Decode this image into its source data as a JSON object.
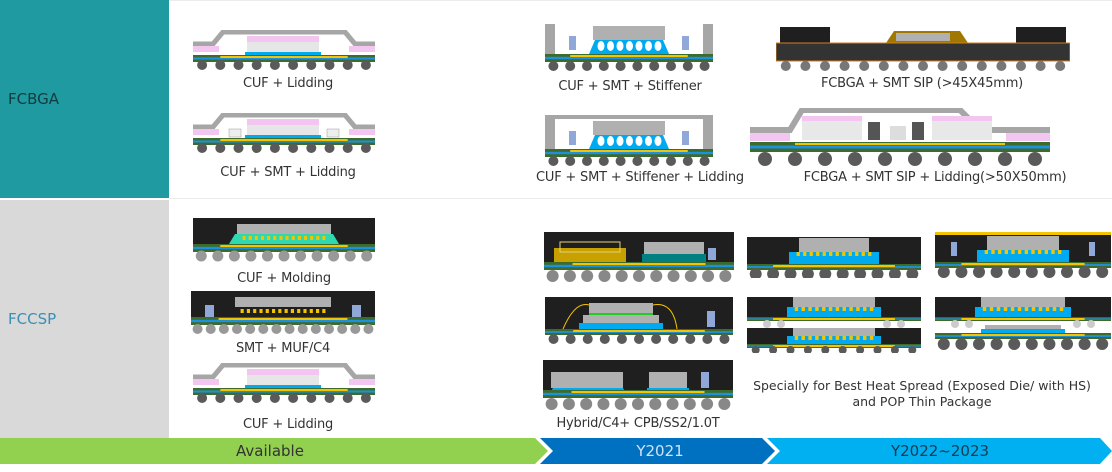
{
  "rows": {
    "fcbga": {
      "label": "FCBGA",
      "color": "#1f9aa0"
    },
    "fccsp": {
      "label": "FCCSP",
      "color": "#d9d9d9"
    }
  },
  "packages": [
    {
      "id": "p1",
      "caption": "CUF + Lidding",
      "kind": "lid"
    },
    {
      "id": "p2",
      "caption": "CUF + SMT +  Lidding",
      "kind": "lid-smt"
    },
    {
      "id": "p3",
      "caption": "CUF + SMT + Stiffener",
      "kind": "stiffener"
    },
    {
      "id": "p4",
      "caption": "CUF + SMT + Stiffener + Lidding",
      "kind": "stiffener-lid"
    },
    {
      "id": "p5",
      "caption": "FCBGA + SMT SIP (>45X45mm)",
      "kind": "sip"
    },
    {
      "id": "p6",
      "caption": "FCBGA + SMT SIP + Lidding(>50X50mm)",
      "kind": "sip-lid"
    },
    {
      "id": "p7",
      "caption": "CUF + Molding",
      "kind": "mold"
    },
    {
      "id": "p8",
      "caption": "SMT + MUF/C4",
      "kind": "muf"
    },
    {
      "id": "p9",
      "caption": "CUF + Lidding",
      "kind": "lid"
    },
    {
      "id": "p10",
      "caption": "",
      "kind": "hybrid-wire"
    },
    {
      "id": "p11",
      "caption": "",
      "kind": "wirebond-stack"
    },
    {
      "id": "p12",
      "caption": "Hybrid/C4+ CPB/SS2/1.0T",
      "kind": "hybrid"
    },
    {
      "id": "p13",
      "caption": "",
      "kind": "exposed"
    },
    {
      "id": "p14",
      "caption": "",
      "kind": "exposed-hs"
    },
    {
      "id": "p15",
      "caption": "",
      "kind": "pop"
    },
    {
      "id": "p16",
      "caption": "",
      "kind": "pop-thin"
    }
  ],
  "note": {
    "line1": "Specially for Best Heat Spread (Exposed Die/ with HS)",
    "line2": "and POP Thin Package"
  },
  "timeline": [
    {
      "label": "Available",
      "color": "#92d050",
      "text_color": "#333333"
    },
    {
      "label": "Y2021",
      "color": "#0070c0",
      "text_color": "#d0e4f5"
    },
    {
      "label": "Y2022~2023",
      "color": "#00b0f0",
      "text_color": "#1a3a52"
    }
  ],
  "palette": {
    "substrate_green": "#3d6b2a",
    "substrate_blue": "#1e90e0",
    "trace": "#f5c400",
    "ball": "#5a5a5a",
    "lid": "#a6a6a6",
    "die": "#b0b0b0",
    "tim": "#f2c6f0",
    "underfill": "#00aaf0",
    "mold": "#1f1f1f",
    "cap": "#8fa8d8"
  }
}
